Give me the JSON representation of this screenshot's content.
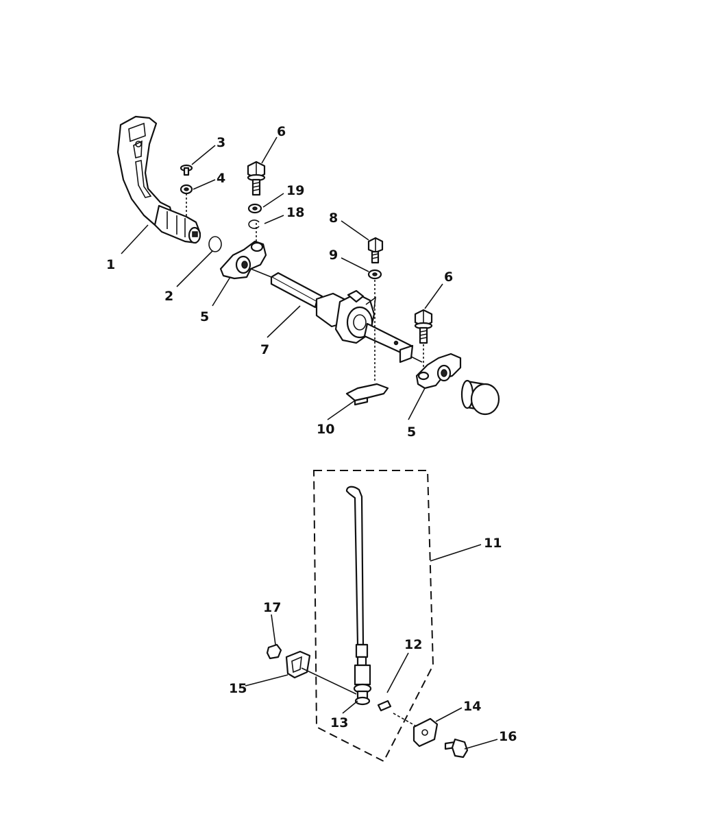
{
  "callouts": [
    {
      "id": "1",
      "label": "1"
    },
    {
      "id": "2",
      "label": "2"
    },
    {
      "id": "3",
      "label": "3"
    },
    {
      "id": "4",
      "label": "4"
    },
    {
      "id": "5a",
      "label": "5"
    },
    {
      "id": "5b",
      "label": "5"
    },
    {
      "id": "6a",
      "label": "6"
    },
    {
      "id": "6b",
      "label": "6"
    },
    {
      "id": "7",
      "label": "7"
    },
    {
      "id": "8",
      "label": "8"
    },
    {
      "id": "9",
      "label": "9"
    },
    {
      "id": "10",
      "label": "10"
    },
    {
      "id": "11",
      "label": "11"
    },
    {
      "id": "12",
      "label": "12"
    },
    {
      "id": "13",
      "label": "13"
    },
    {
      "id": "14",
      "label": "14"
    },
    {
      "id": "15",
      "label": "15"
    },
    {
      "id": "16",
      "label": "16"
    },
    {
      "id": "17",
      "label": "17"
    },
    {
      "id": "18",
      "label": "18"
    },
    {
      "id": "19",
      "label": "19"
    }
  ]
}
